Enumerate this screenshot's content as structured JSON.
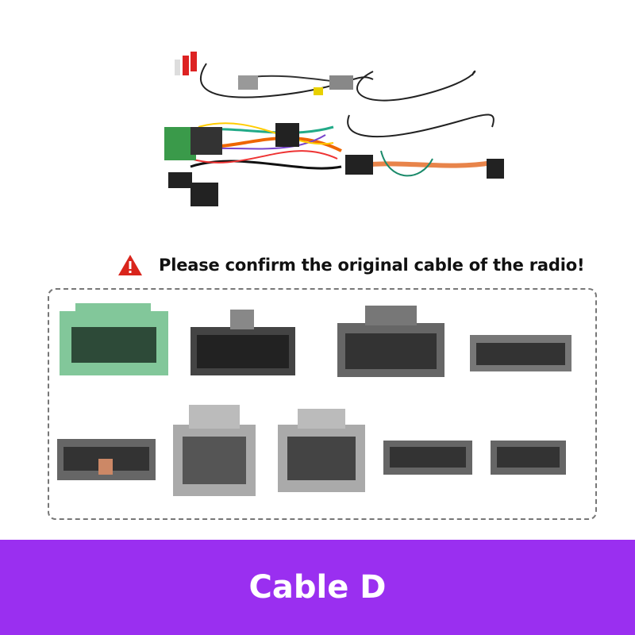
{
  "notice": {
    "icon": "warning-triangle-icon",
    "text": "Please confirm the original cable of the radio!"
  },
  "connectors": {
    "row1": [
      "green-connector",
      "black-connector",
      "gray-connector",
      "gray-small-connector"
    ],
    "row2": [
      "gray-flat-connector",
      "light-gray-tall-connector",
      "light-gray-square-connector",
      "gray-flat-connector-2",
      "gray-flat-connector-3"
    ]
  },
  "banner": {
    "label": "Cable D"
  },
  "colors": {
    "accent": "#9a2ff0",
    "warning": "#d9251c"
  }
}
